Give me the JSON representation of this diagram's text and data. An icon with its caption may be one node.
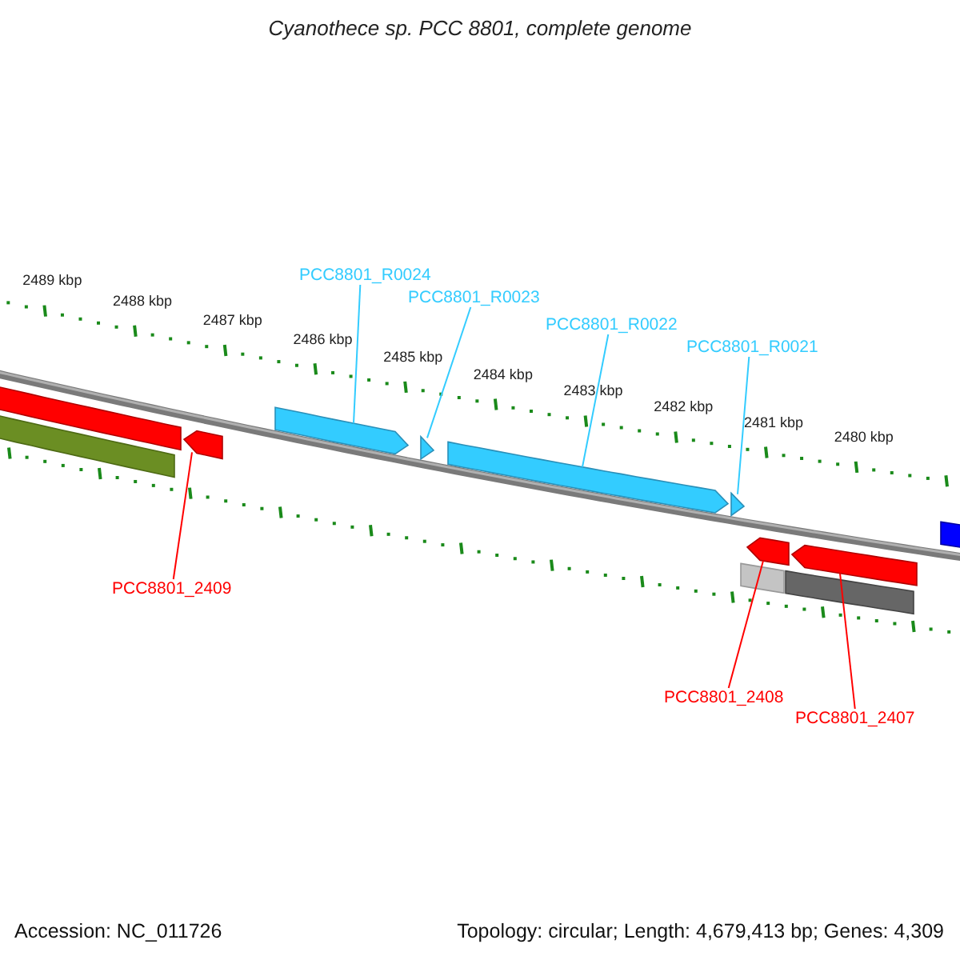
{
  "diagram": {
    "title": "Cyanothece sp. PCC 8801, complete genome",
    "nodes": [
      {
        "text": [
          "PCC8801_R0024"
        ]
      },
      {
        "text": [
          "PCC8801_R0023"
        ]
      },
      {
        "text": [
          "PCC8801_R0022"
        ]
      },
      {
        "text": [
          "PCC8801_R0021"
        ]
      },
      {
        "text": [
          "PCC8801_2409"
        ]
      },
      {
        "text": [
          "PCC8801_2408"
        ]
      },
      {
        "text": [
          "PCC8801_2407"
        ]
      },
      {
        "text": [],
        "shape": "arrow"
      },
      {
        "text": [],
        "shape": "arrow"
      },
      {
        "text": [],
        "shape": "arrow"
      },
      {
        "text": [],
        "shape": "arrow"
      },
      {
        "text": [],
        "shape": "arrow"
      },
      {
        "text": [],
        "shape": "arrow"
      },
      {
        "text": [],
        "shape": "arrow"
      },
      {
        "text": [],
        "shape": "bar"
      },
      {
        "text": [],
        "shape": "bar"
      },
      {
        "text": [],
        "shape": "bar"
      },
      {
        "text": [],
        "shape": "bar"
      },
      {
        "text": [],
        "shape": "bar"
      }
    ],
    "edges": [
      {
        "from": 0,
        "to": 7,
        "arrow": "none",
        "color": "#33ccff"
      },
      {
        "from": 1,
        "to": 8,
        "arrow": "none",
        "color": "#33ccff"
      },
      {
        "from": 2,
        "to": 9,
        "arrow": "none",
        "color": "#33ccff"
      },
      {
        "from": 3,
        "to": 10,
        "arrow": "none",
        "color": "#33ccff"
      },
      {
        "from": 4,
        "to": 11,
        "arrow": "none",
        "color": "#ff0000"
      },
      {
        "from": 5,
        "to": 12,
        "arrow": "none",
        "color": "#ff0000"
      },
      {
        "from": 6,
        "to": 13,
        "arrow": "none",
        "color": "#ff0000"
      }
    ],
    "labels": [
      "2489 kbp",
      "2488 kbp",
      "2487 kbp",
      "2486 kbp",
      "2485 kbp",
      "2484 kbp",
      "2483 kbp",
      "2482 kbp",
      "2481 kbp",
      "2480 kbp",
      "Accession: NC_011726",
      "Topology: circular; Length: 4,679,413 bp; Genes: 4,309"
    ]
  }
}
